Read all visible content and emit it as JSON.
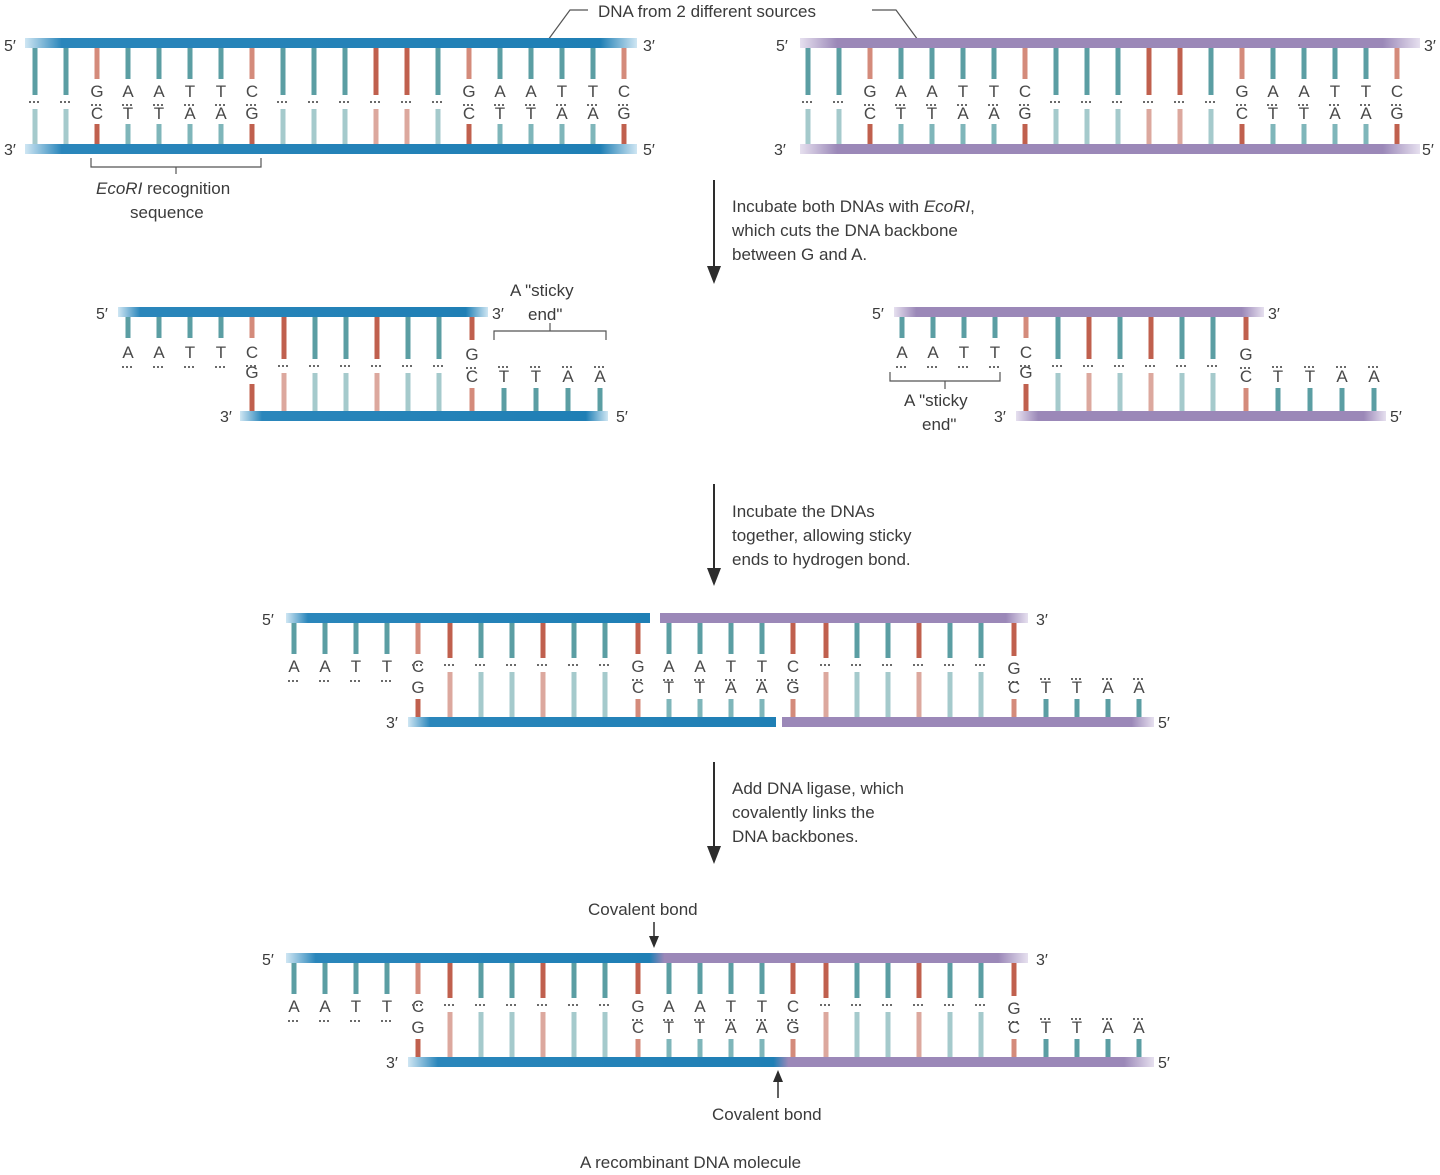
{
  "labels": {
    "dna_sources": "DNA from 2 different sources",
    "ecori_italic": "EcoRI",
    "recognition_rest": " recognition",
    "recognition_line2": "sequence",
    "step1_line1_a": "Incubate both DNAs with ",
    "step1_line1_italic": "EcoRI",
    "step1_line1_b": ",",
    "step1_line2": "which cuts the DNA backbone",
    "step1_line3": "between G and A.",
    "sticky_line1": "A \"sticky",
    "sticky_line2": "end\"",
    "step2_line1": "Incubate the DNAs",
    "step2_line2": "together, allowing sticky",
    "step2_line3": "ends to hydrogen bond.",
    "step3_line1": "Add DNA ligase, which",
    "step3_line2": "covalently links the",
    "step3_line3": "DNA backbones.",
    "covalent_top": "Covalent bond",
    "covalent_bottom": "Covalent bond",
    "final": "A recombinant DNA molecule"
  },
  "strand_ends": {
    "five": "5′",
    "three": "3′"
  },
  "bases": {
    "site_top": [
      "G",
      "A",
      "A",
      "T",
      "T",
      "C"
    ],
    "site_bottom": [
      "C",
      "T",
      "T",
      "A",
      "A",
      "G"
    ],
    "overhang_left": [
      "A",
      "A",
      "T",
      "T",
      "C"
    ],
    "overhang_right": [
      "C",
      "T",
      "T",
      "A",
      "A"
    ],
    "junction_top": [
      "G",
      "A",
      "A",
      "T",
      "T",
      "C"
    ],
    "junction_bottom": [
      "C",
      "T",
      "T",
      "A",
      "A",
      "G"
    ]
  },
  "colors": {
    "blue_backbone": "#1f7fb5",
    "purple_backbone": "#9b88b8",
    "teal_base": "#5b9ea3",
    "red_base": "#c0604e",
    "text": "#3b3b3b"
  }
}
